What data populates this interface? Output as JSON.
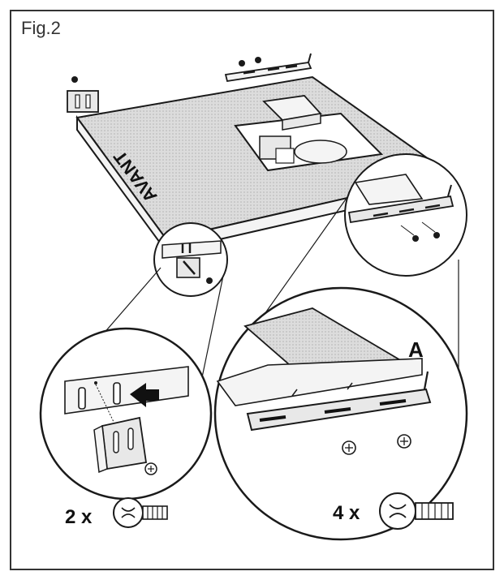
{
  "figure": {
    "label": "Fig.2"
  },
  "diagram": {
    "panel_text": "AVANT",
    "part_label": "A",
    "left_qty": "2 x",
    "right_qty": "4 x"
  },
  "colors": {
    "stroke": "#1a1a1a",
    "panel_fill": "#e8e8e8",
    "light_fill": "#f4f4f4",
    "dark": "#111111"
  }
}
